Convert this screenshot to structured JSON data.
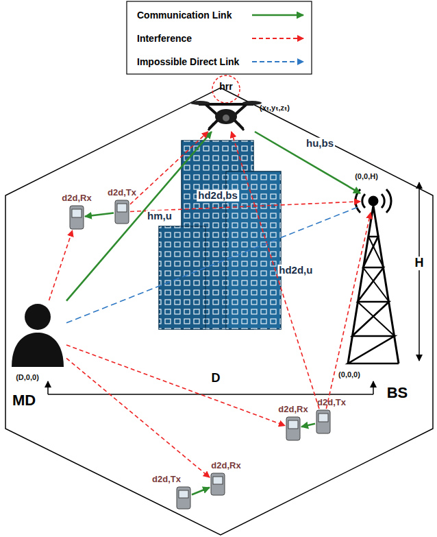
{
  "diagram": {
    "nodes": [
      {
        "text": [
          "hrr",
          "(xₜ,yₜ,zₜ)"
        ]
      },
      {
        "text": [
          "(0,0,H)",
          "(0,0,0)",
          "BS"
        ]
      },
      {
        "text": [
          "(D,0,0)",
          "MD"
        ]
      },
      {
        "text": [
          "d2d,Rx"
        ]
      },
      {
        "text": [
          "d2d,Tx"
        ]
      },
      {
        "text": [
          "d2d,Rx"
        ]
      },
      {
        "text": [
          "d2d,Tx"
        ]
      },
      {
        "text": [
          "d2d,Rx"
        ]
      },
      {
        "text": [
          "d2d,Tx"
        ]
      }
    ],
    "edges": [
      {
        "from": 2,
        "to": 0,
        "arrow": "to",
        "label": "hm,u"
      },
      {
        "from": 0,
        "to": 1,
        "arrow": "to",
        "label": "hu,bs"
      },
      {
        "from": 4,
        "to": 3,
        "arrow": "to"
      },
      {
        "from": 6,
        "to": 5,
        "arrow": "to"
      },
      {
        "from": 8,
        "to": 7,
        "arrow": "to"
      },
      {
        "from": 4,
        "to": 1,
        "arrow": "to",
        "label": "hd2d,bs"
      },
      {
        "from": 4,
        "to": 0,
        "arrow": "to"
      },
      {
        "from": 6,
        "to": 0,
        "arrow": "to",
        "label": "hd2d,u"
      },
      {
        "from": 6,
        "to": 1,
        "arrow": "to"
      },
      {
        "from": 2,
        "to": 3,
        "arrow": "to"
      },
      {
        "from": 2,
        "to": 5,
        "arrow": "to"
      },
      {
        "from": 2,
        "to": 7,
        "arrow": "to"
      },
      {
        "from": 2,
        "to": 1,
        "arrow": "none"
      }
    ],
    "labels": [
      "D",
      "H"
    ],
    "legend": [
      {
        "text": "Communication Link"
      },
      {
        "text": "Interference"
      },
      {
        "text": "Impossible Direct Link"
      }
    ]
  }
}
